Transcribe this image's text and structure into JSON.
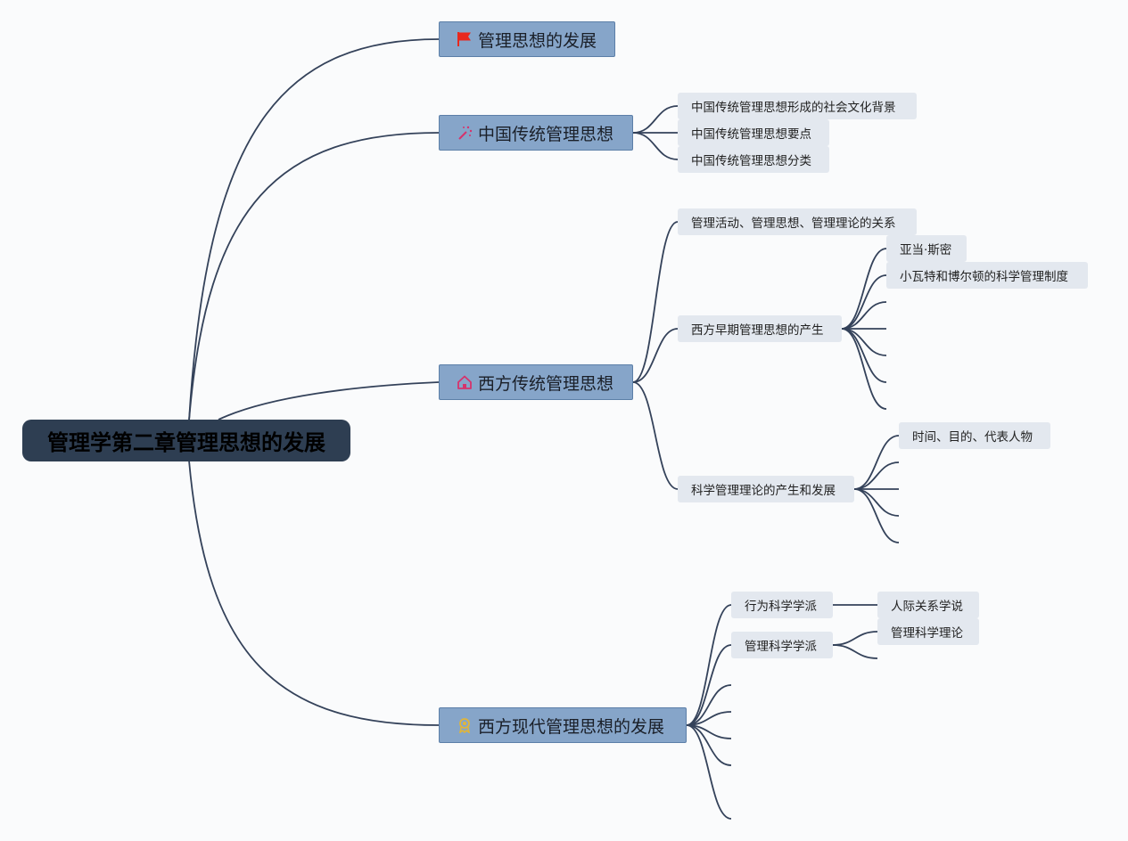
{
  "root": {
    "title": "管理学第二章管理思想的发展"
  },
  "topics": [
    {
      "label": "管理思想的发展",
      "icon": "red-flag-icon"
    },
    {
      "label": "中国传统管理思想",
      "icon": "magic-wand-icon",
      "children": [
        "中国传统管理思想形成的社会文化背景",
        "中国传统管理思想要点",
        "中国传统管理思想分类"
      ]
    },
    {
      "label": "西方传统管理思想",
      "icon": "house-icon",
      "children": [
        {
          "label": "管理活动、管理思想、管理理论的关系"
        },
        {
          "label": "西方早期管理思想的产生",
          "children": [
            "亚当·斯密",
            "小瓦特和博尔顿的科学管理制度"
          ]
        },
        {
          "label": "科学管理理论的产生和发展",
          "children": [
            "时间、目的、代表人物"
          ]
        }
      ]
    },
    {
      "label": "西方现代管理思想的发展",
      "icon": "award-ribbon-icon",
      "children": [
        {
          "label": "行为科学学派",
          "children": [
            "人际关系学说"
          ]
        },
        {
          "label": "管理科学学派",
          "children": [
            "管理科学理论"
          ]
        }
      ]
    }
  ],
  "colors": {
    "line": "#34425a",
    "root_bg": "#2e3e52",
    "topic_bg": "#86a5c9",
    "sub_bg": "#e3e8ef",
    "flag": "#e8281e",
    "house": "#d6336c",
    "award": "#e0b53a"
  }
}
